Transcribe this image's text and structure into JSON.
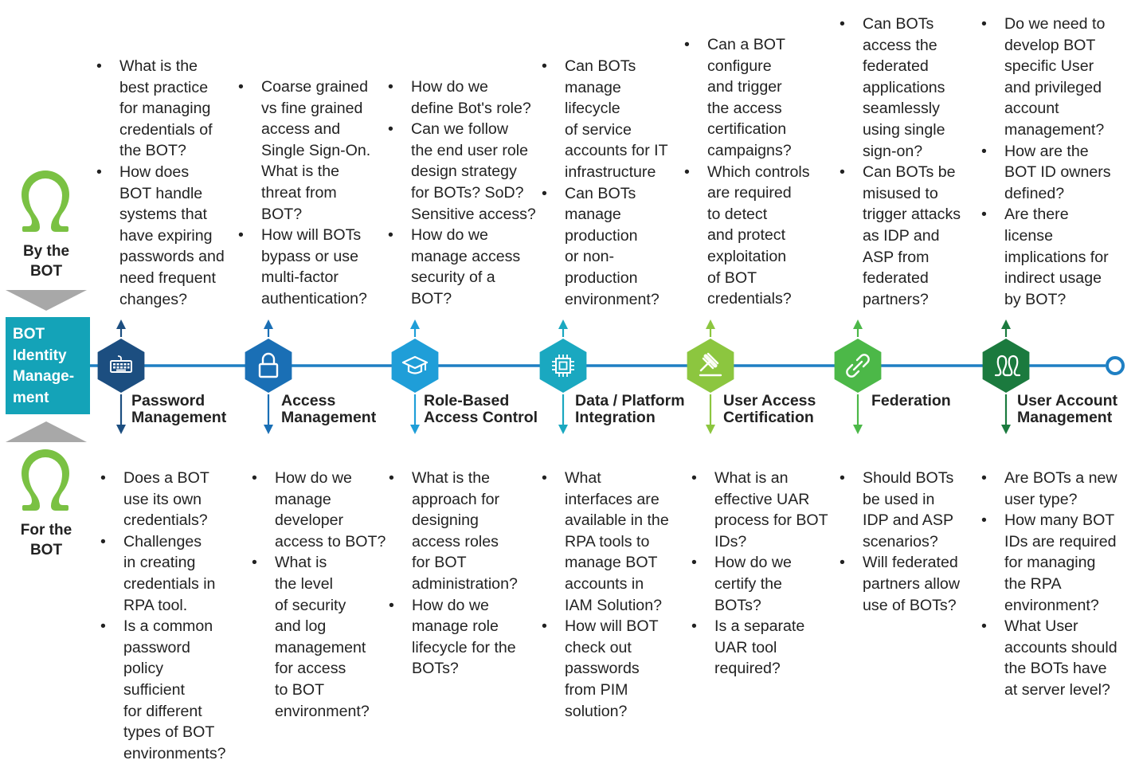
{
  "left": {
    "by_label": [
      "By the",
      "BOT"
    ],
    "for_label": [
      "For the",
      "BOT"
    ],
    "center_label": [
      "BOT",
      "Identity",
      "Manage-",
      "ment"
    ],
    "center_color": "#14a3b8",
    "person_icon": "omega-person-icon",
    "person_color": "#7ac143",
    "arrow_color": "#a8a8a8"
  },
  "timeline": {
    "line_color": "#1e7fc3",
    "end_marker_color": "#1e7fc3"
  },
  "stages": [
    {
      "title": [
        "Password",
        "Management"
      ],
      "icon": "keyboard-icon",
      "color": "#1c4e80",
      "top_questions": [
        [
          "What is the",
          "best practice",
          "for managing",
          "credentials of",
          "the BOT?"
        ],
        [
          "How does",
          "BOT handle",
          "systems that",
          "have expiring",
          "passwords and",
          "need frequent",
          "changes?"
        ]
      ],
      "bottom_questions": [
        [
          "Does a BOT",
          "use its own",
          "credentials?"
        ],
        [
          "Challenges",
          "in creating",
          "credentials in",
          "RPA tool."
        ],
        [
          "Is a common",
          "password",
          "policy",
          "sufficient",
          "for different",
          "types of BOT",
          "environments?"
        ]
      ]
    },
    {
      "title": [
        "Access",
        "Management"
      ],
      "icon": "lock-icon",
      "color": "#1a6fb5",
      "top_questions": [
        [
          "Coarse grained",
          "vs fine grained",
          "access and",
          "Single Sign-On.",
          "What is the",
          "threat from",
          "BOT?"
        ],
        [
          "How will BOTs",
          "bypass or use",
          "multi-factor",
          "authentication?"
        ]
      ],
      "bottom_questions": [
        [
          "How do we",
          "manage",
          "developer",
          "access to BOT?"
        ],
        [
          "What is",
          "the level",
          "of security",
          "and log",
          "management",
          "for access",
          "to BOT",
          "environment?"
        ]
      ]
    },
    {
      "title": [
        "Role-Based",
        "Access Control"
      ],
      "icon": "graduation-cap-icon",
      "color": "#1f9ed8",
      "top_questions": [
        [
          "How do we",
          "define Bot's role?"
        ],
        [
          "Can we follow",
          "the end user role",
          "design strategy",
          "for BOTs? SoD?",
          "Sensitive access?"
        ],
        [
          "How do we",
          "manage access",
          "security of a",
          "BOT?"
        ]
      ],
      "bottom_questions": [
        [
          "What is the",
          "approach for",
          "designing",
          "access roles",
          "for BOT",
          "administration?"
        ],
        [
          "How do we",
          "manage role",
          "lifecycle for the",
          "BOTs?"
        ]
      ]
    },
    {
      "title": [
        "Data / Platform",
        "Integration"
      ],
      "icon": "chip-icon",
      "color": "#1aa8c0",
      "top_questions": [
        [
          "Can BOTs",
          "manage",
          "lifecycle",
          "of service",
          "accounts for IT",
          "infrastructure"
        ],
        [
          "Can BOTs",
          "manage",
          "production",
          "or non-",
          "production",
          "environment?"
        ]
      ],
      "bottom_questions": [
        [
          "What",
          "interfaces are",
          "available in the",
          "RPA tools to",
          "manage BOT",
          "accounts in",
          "IAM Solution?"
        ],
        [
          "How will BOT",
          "check out",
          "passwords",
          "from PIM",
          "solution?"
        ]
      ]
    },
    {
      "title": [
        "User Access",
        "Certification"
      ],
      "icon": "gavel-icon",
      "color": "#8cc63f",
      "top_questions": [
        [
          "Can a BOT",
          "configure",
          "and trigger",
          "the access",
          "certification",
          "campaigns?"
        ],
        [
          "Which controls",
          "are required",
          "to detect",
          "and protect",
          "exploitation",
          "of BOT",
          "credentials?"
        ]
      ],
      "bottom_questions": [
        [
          "What is an",
          "effective UAR",
          "process for BOT",
          "IDs?"
        ],
        [
          "How do we",
          "certify the",
          "BOTs?"
        ],
        [
          "Is a separate",
          "UAR tool",
          "required?"
        ]
      ]
    },
    {
      "title": [
        "Federation"
      ],
      "icon": "link-icon",
      "color": "#4cb848",
      "top_questions": [
        [
          "Can BOTs",
          "access the",
          "federated",
          "applications",
          "seamlessly",
          "using single",
          "sign-on?"
        ],
        [
          "Can BOTs be",
          "misused to",
          "trigger attacks",
          "as IDP and",
          "ASP from",
          "federated",
          "partners?"
        ]
      ],
      "bottom_questions": [
        [
          "Should BOTs",
          "be used in",
          "IDP and ASP",
          "scenarios?"
        ],
        [
          "Will federated",
          "partners allow",
          "use of BOTs?"
        ]
      ]
    },
    {
      "title": [
        "User Account",
        "Management"
      ],
      "icon": "users-icon",
      "color": "#1b7a3e",
      "top_questions": [
        [
          "Do we need to",
          "develop BOT",
          "specific User",
          "and privileged",
          "account",
          "management?"
        ],
        [
          "How are the",
          "BOT ID owners",
          "defined?"
        ],
        [
          "Are there",
          "license",
          "implications for",
          "indirect usage",
          "by BOT?"
        ]
      ],
      "bottom_questions": [
        [
          "Are BOTs a new",
          "user type?"
        ],
        [
          "How many BOT",
          "IDs are required",
          "for managing",
          "the RPA",
          "environment?"
        ],
        [
          "What User",
          "accounts should",
          "the BOTs have",
          "at server level?"
        ]
      ]
    }
  ]
}
